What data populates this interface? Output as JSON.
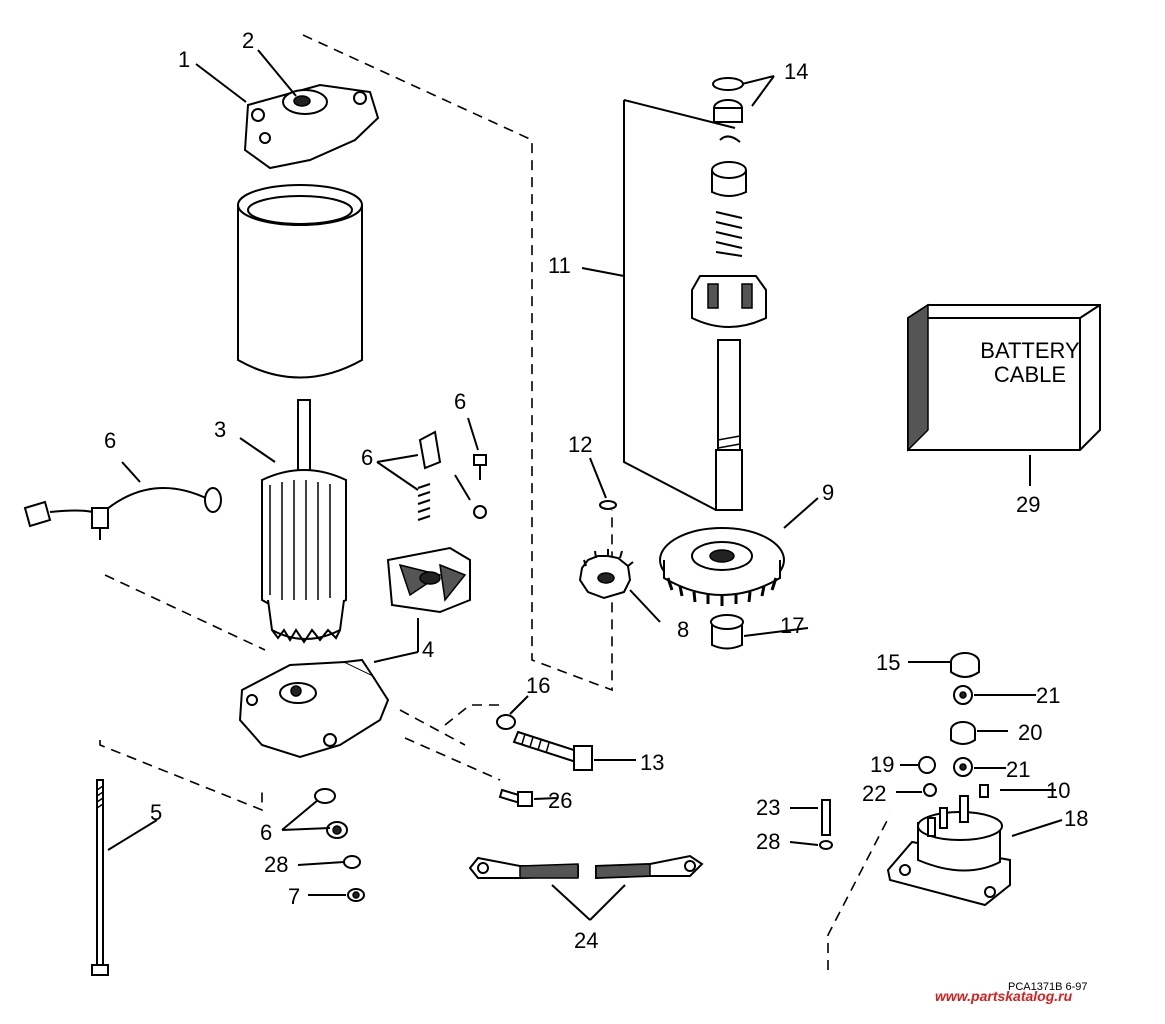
{
  "callouts": {
    "c1": "1",
    "c2": "2",
    "c3": "3",
    "c4": "4",
    "c5": "5",
    "c6a": "6",
    "c6b": "6",
    "c6c": "6",
    "c6d": "6",
    "c7": "7",
    "c8": "8",
    "c9": "9",
    "c10": "10",
    "c11": "11",
    "c12": "12",
    "c13": "13",
    "c14": "14",
    "c15": "15",
    "c16": "16",
    "c17": "17",
    "c18": "18",
    "c19": "19",
    "c20": "20",
    "c21a": "21",
    "c21b": "21",
    "c22": "22",
    "c23": "23",
    "c24": "24",
    "c26": "26",
    "c28a": "28",
    "c28b": "28",
    "c29": "29"
  },
  "battery_box": {
    "line1": "BATTERY",
    "line2": "CABLE"
  },
  "drawing_code": "PCA1371B  6-97",
  "watermark": {
    "text": "www.partskatalog.ru",
    "color": "#d62020"
  }
}
